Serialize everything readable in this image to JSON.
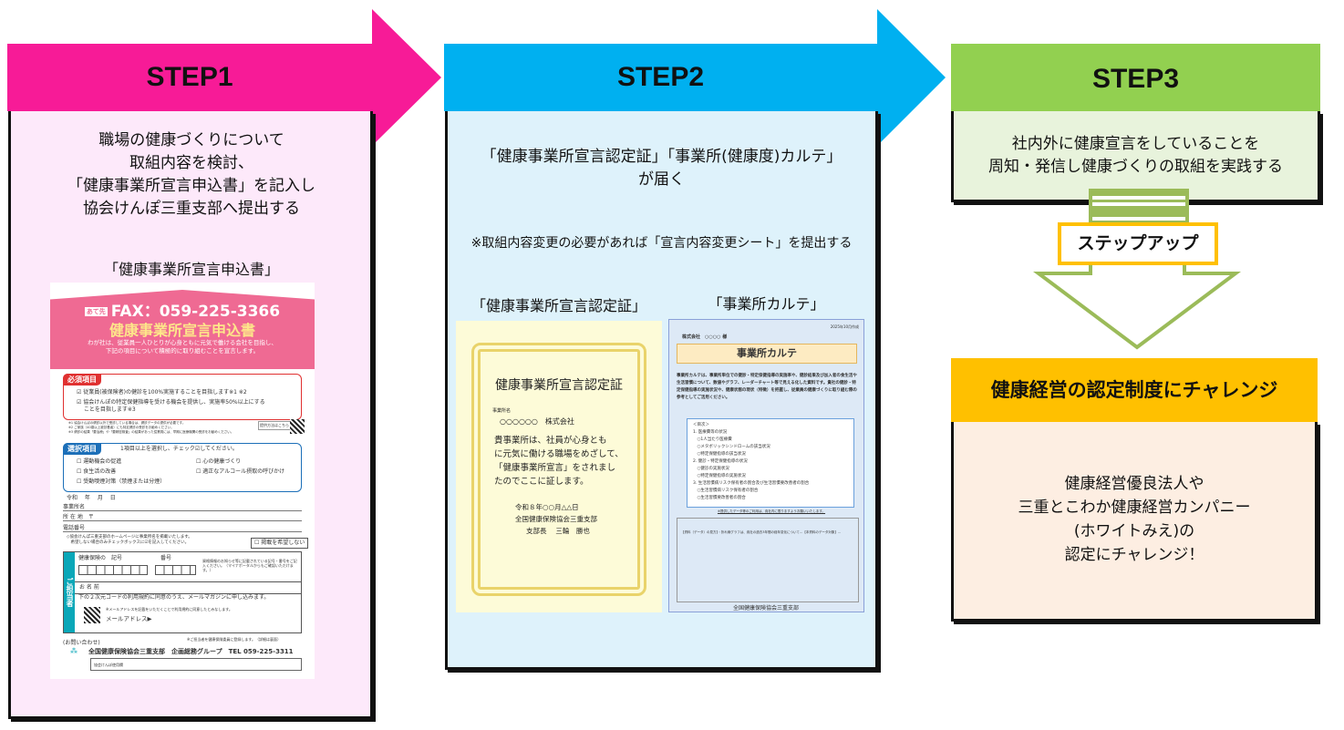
{
  "colors": {
    "step1": "#f71b97",
    "step1_bg": "#fde9fa",
    "step2": "#00b0f0",
    "step2_bg": "#def2fb",
    "step3": "#92d050",
    "step3_bg": "#e8f3dc",
    "challenge": "#ffc000",
    "challenge_bg": "#fdeee2"
  },
  "step1": {
    "title": "STEP1",
    "text": "職場の健康づくりについて\n取組内容を検討、\n「健康事業所宣言申込書」を記入し\n協会けんぽ三重支部へ提出する",
    "caption": "「健康事業所宣言申込書」",
    "form": {
      "dest": "あて先",
      "fax": "FAX：059-225-3366",
      "title": "健康事業所宣言申込書",
      "intro": "わが社は、従業員一人ひとりが心身ともに元気で働ける会社を目指し、\n下記の項目について積極的に取り組むことを宣言します。",
      "required_label": "必須項目",
      "required_items": [
        "☑ 従業員(被保険者)の健診を100%実施することを目指します※1 ※2",
        "☑ 協会けんぽの特定保健指導を受ける機会を提供し、実施率50%以上にする\n　 ことを目指します※3"
      ],
      "notes": "※1 協会けんぽの健診以外で受診している場合は、健診データの提供が必要です。\n※2 ご家族（40歳以上被扶養者）にも特定健診の受診をお勧めください。\n※3 健診の結果「要治療」や「要精密検査」の結果があった従業員には、早期に医療機関の受診をお勧めください。",
      "qr_label": "提供方法はこちら",
      "select_label": "選択項目",
      "select_hint": "1項目以上を選択し、チェック☑してください。",
      "select_items": [
        "☐ 運動機会の促進",
        "☐ 心の健康づくり",
        "☐ 食生活の改善",
        "☐ 適正なアルコール摂取の呼びかけ",
        "☐ 受動喫煙対策（禁煙または分煙）"
      ],
      "date": "令和　 年　 月　 日",
      "office": "事業所名",
      "address": "所 在 地　〒",
      "phone": "電話番号",
      "publish_note": "◇協会けんぽ三重支部のホームページに事業所名を掲載いたします。\n　希望しない場合のみチェックボックスに☑を記入してください。",
      "publish_opt": "☐ 掲載を希望しない",
      "contact_side": "ご担当者",
      "insurance": "健康保険の　記号　　　　　　　番号",
      "insurance_note": "資格情報のお知らせ等に記載されている記号・番号をご記入ください。（マイナポータルからもご確認いただけます。）",
      "name": "お 名 前",
      "mail_consent": "下の２次元コードの利用規約に同意のうえ、メールマガジンに申し込みます。",
      "mail_note": "※メールアドレスを記載をいただくことで利用規約に同意したとみなします。",
      "mail": "メールアドレス▶",
      "register_note": "※ご担当者を健康保険委員に登録します。（詳細は裏面）",
      "inquiry": "(お問い合わせ)",
      "org": "全国健康保険協会三重支部　企画総務グループ　TEL 059-225-3311",
      "office_use": "協会けんぽ使用欄"
    }
  },
  "step2": {
    "title": "STEP2",
    "text": "「健康事業所宣言認定証」「事業所(健康度)カルテ」\nが届く",
    "note": "※取組内容変更の必要があれば「宣言内容変更シート」を提出する",
    "caption_cert": "「健康事業所宣言認定証」",
    "caption_karte": "「事業所カルテ」",
    "cert": {
      "title": "健康事業所宣言認定証",
      "office_label": "事業所名",
      "office": "○○○○○○　株式会社",
      "body": "貴事業所は、社員が心身とも\nに元気に働ける職場をめざして、\n「健康事業所宣言」をされまし\nたのでここに証します。",
      "date": "令和８年○○月△△日",
      "org": "全国健康保険協会三重支部",
      "signer": "支部長　 三輪　勝也"
    },
    "karte": {
      "date": "2025年10月作成",
      "addressee": "株式会社　○○○○ 様",
      "title": "事業所カルテ",
      "intro": "事業所カルテは、事業所単位での健診・特定保健指導の実施率や、健診結果及び加入者の食生活や生活習慣について、数値やグラフ、レーダーチャート等で見える化した資料です。貴社の健診・特定保健指導の実施状況や、健康状態の現状（特徴）を把握し、従業員の健康づくりに取り組む際の参考としてご活用ください。",
      "toc": "＜目次＞\n1. 医療費等の状況\n　○1人当たり医療費\n　○メタボリックシンドロームの該当状況\n　○特定保健指導の該当状況\n2. 健診・特定保健指導の状況\n　○健診の実施状況\n　○特定保健指導の実施状況\n3. 生活習慣病リスク保有者の割合及び生活習慣要改善者の割合\n　○生活習慣病リスク保有者の割合\n　○生活習慣要改善者の割合",
      "data_note": "※提供したデータ等のご利用は、貴社内に限りますようお願いいたします。",
      "notes": "【資料（データ）の見方】・折れ線グラフは、貴社の過去3年間の経年変化について…【本資料のデータ対象】…",
      "footer": "全国健康保険協会三重支部"
    }
  },
  "step3": {
    "title": "STEP3",
    "text": "社内外に健康宣言をしていることを\n周知・発信し健康づくりの取組を実践する",
    "step_up": "ステップアップ",
    "challenge_title": "健康経営の認定制度にチャレンジ",
    "challenge_text": "健康経営優良法人や\n三重とこわか健康経営カンパニー\n(ホワイトみえ)の\n認定にチャレンジ！"
  }
}
